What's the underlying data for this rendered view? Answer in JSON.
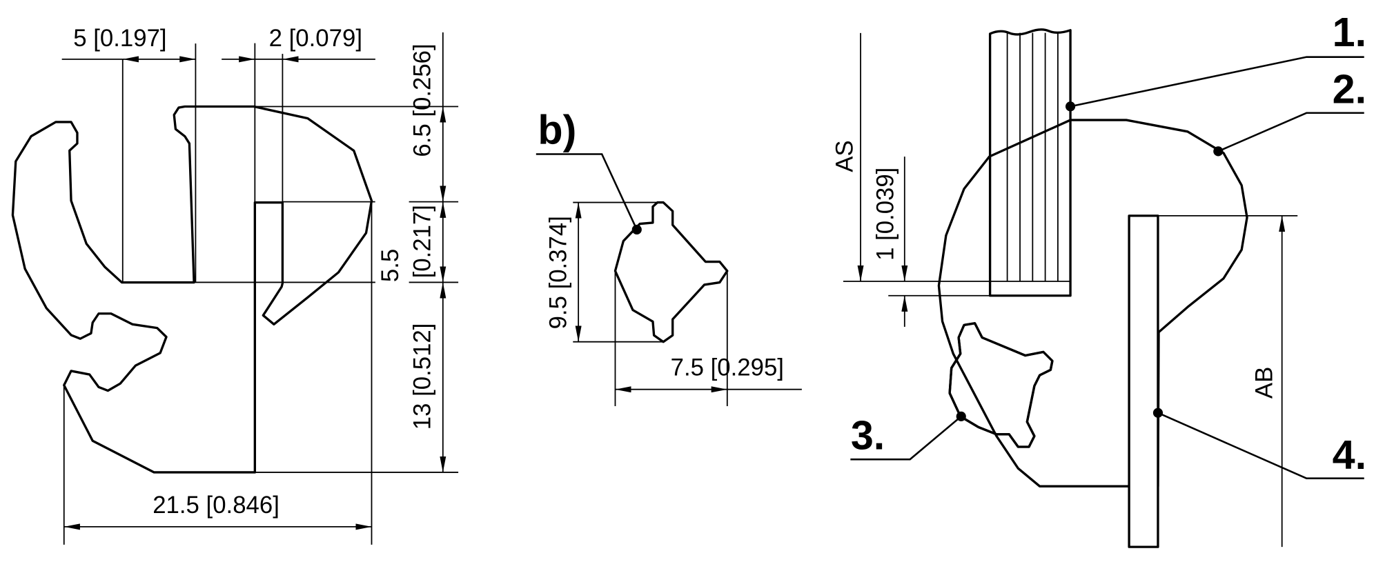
{
  "profile_a": {
    "dim_width_top_left": "5 [0.197]",
    "dim_slot_width": "2 [0.079]",
    "dim_height_top": "6.5 [0.256]",
    "dim_height_mid_value": "5.5",
    "dim_height_mid_inch": "[0.217]",
    "dim_height_bottom": "13 [0.512]",
    "dim_total_width": "21.5 [0.846]"
  },
  "profile_b": {
    "label": "b)",
    "dim_height": "9.5 [0.374]",
    "dim_width": "7.5 [0.295]"
  },
  "assembly": {
    "dim_as": "AS",
    "dim_offset": "1 [0.039]",
    "dim_ab": "AB",
    "callouts": [
      "1.",
      "2.",
      "3.",
      "4."
    ]
  },
  "colors": {
    "line": "#000000",
    "background": "#ffffff"
  }
}
